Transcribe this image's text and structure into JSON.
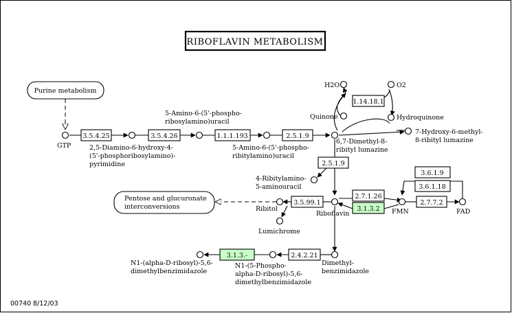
{
  "title": "RIBOFLAVIN METABOLISM",
  "footer": {
    "map_id": "00740",
    "date": "8/12/03"
  },
  "colors": {
    "enzyme_highlight": "#c8ffc8",
    "background": "#ffffff",
    "line": "#000000"
  },
  "pathways": {
    "purine": "Purine metabolism",
    "pentose": [
      "Pentose and glucuronate",
      "interconversions"
    ]
  },
  "compounds": {
    "gtp": "GTP",
    "diamino": [
      "2,5-Diamino-6-hydroxy-4-",
      "(5'-phosphoribosylamino)-",
      "pyrimidine"
    ],
    "amino_ribosyl": [
      "5-Amino-6-(5'-phospho-",
      "ribosylamino)uracil"
    ],
    "amino_ribityl": [
      "5-Amino-6-(5'-phospho-",
      "ribitylamino)uracil"
    ],
    "dimethyl_lumazine": [
      "6,7-Dimethyl-8-",
      "ribityl lumazine"
    ],
    "hydroxy_lumazine": [
      "7-Hydroxy-6-methyl-",
      "8-ribityl lumazine"
    ],
    "h2o": "H2O",
    "o2": "O2",
    "quinone": "Quinone",
    "hydroquinone": "Hydroquinone",
    "ribitylamino": [
      "4-Ribitylamino-",
      "5-aminouracil"
    ],
    "riboflavin": "Riboflavin",
    "ribitol": "Ribitol",
    "lumichrome": "Lumichrome",
    "fmn": "FMN",
    "fad": "FAD",
    "dmb": [
      "Dimethyl-",
      "benzimidazole"
    ],
    "n1_phospho": [
      "N1-(5-Phospho-",
      "alpha-D-ribosyl)-5,6-",
      "dimethylbenzimidazole"
    ],
    "n1_ribosyl": [
      "N1-(alpha-D-ribosyl)-5,6-",
      "dimethylbenzimidazole"
    ]
  },
  "enzymes": {
    "e3_5_4_25": "3.5.4.25",
    "e3_5_4_26": "3.5.4.26",
    "e1_1_1_193": "1.1.1.193",
    "e2_5_1_9_top": "2.5.1.9",
    "e1_14_18_1": "1.14.18.1",
    "e2_5_1_9_mid": "2.5.1.9",
    "e3_5_99_1": "3.5.99.1",
    "e2_7_1_26": "2.7.1.26",
    "e3_1_3_2": "3.1.3.2",
    "e3_6_1_9": "3.6.1.9",
    "e3_6_1_18": "3.6.1.18",
    "e2_7_7_2": "2.7.7.2",
    "e2_4_2_21": "2.4.2.21",
    "e3_1_3_dash": "3.1.3.-"
  }
}
